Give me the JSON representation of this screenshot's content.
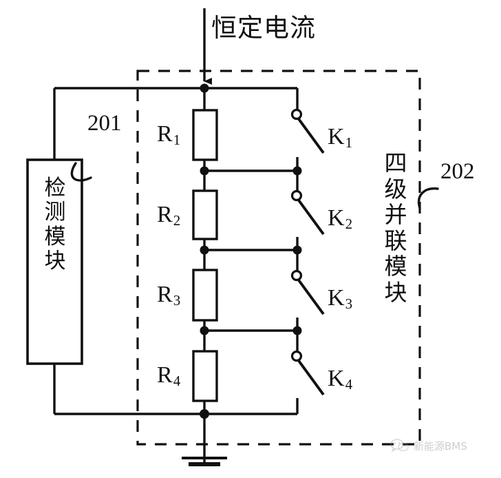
{
  "figure": {
    "type": "circuit-schematic",
    "source_title": "恒定电流",
    "background_color": "#ffffff",
    "line_color": "#111111"
  },
  "top_label": {
    "text": "恒定电流",
    "meaning": "constant current source input"
  },
  "detection_module": {
    "ref_number": "201",
    "vertical_chars": [
      "检",
      "测",
      "模",
      "块"
    ],
    "text": "检测模块"
  },
  "parallel_module": {
    "ref_number": "202",
    "vertical_chars": [
      "四",
      "级",
      "并",
      "联",
      "模",
      "块"
    ],
    "text": "四级并联模块"
  },
  "resistors": [
    {
      "name": "R",
      "subscript": "1"
    },
    {
      "name": "R",
      "subscript": "2"
    },
    {
      "name": "R",
      "subscript": "3"
    },
    {
      "name": "R",
      "subscript": "4"
    }
  ],
  "switches": [
    {
      "name": "K",
      "subscript": "1",
      "state": "open"
    },
    {
      "name": "K",
      "subscript": "2",
      "state": "open"
    },
    {
      "name": "K",
      "subscript": "3",
      "state": "open"
    },
    {
      "name": "K",
      "subscript": "4",
      "state": "open"
    }
  ],
  "ground": {
    "symbol": "earth-ground"
  },
  "watermark": {
    "text": "新能源BMS"
  }
}
